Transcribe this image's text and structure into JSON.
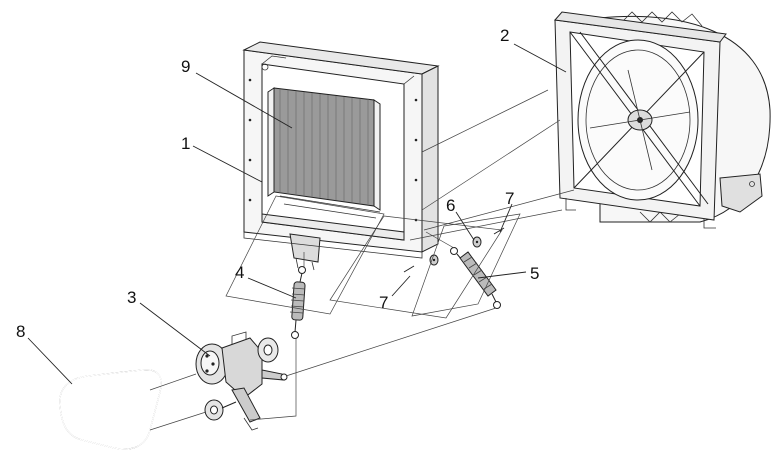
{
  "diagram": {
    "callouts": [
      {
        "id": "c1",
        "label": "1"
      },
      {
        "id": "c2",
        "label": "2"
      },
      {
        "id": "c3",
        "label": "3"
      },
      {
        "id": "c4",
        "label": "4"
      },
      {
        "id": "c5",
        "label": "5"
      },
      {
        "id": "c6",
        "label": "6"
      },
      {
        "id": "c7a",
        "label": "7"
      },
      {
        "id": "c7b",
        "label": "7"
      },
      {
        "id": "c8",
        "label": "8"
      },
      {
        "id": "c9",
        "label": "9"
      }
    ]
  },
  "colors": {
    "line": "#222222",
    "frame_fill": "#f4f4f4",
    "core_fill": "#9a9a9a",
    "background": "#ffffff"
  }
}
